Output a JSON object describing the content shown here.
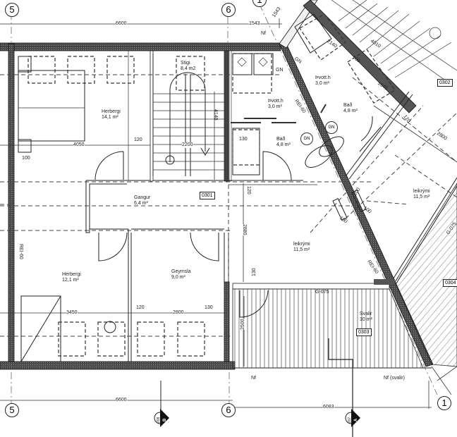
{
  "drawing": {
    "type": "architectural floor plan",
    "grid_lines": {
      "top": [
        "5",
        "6",
        "1"
      ],
      "bottom": [
        "5",
        "6",
        "1"
      ]
    },
    "dimensions": {
      "top_5_6": "6600",
      "top_6_1": "1543",
      "top_diag": "1543",
      "bottom_5_6": "6600",
      "bottom_6_1": "6083",
      "herbergi1_width": "4050",
      "herbergi2_width": "3450",
      "geymsla_width": "2800",
      "stair_width": "2200",
      "stair_length": "4140",
      "wall_120_a": "120",
      "wall_100": "100",
      "wall_130_a": "130",
      "wall_120_b": "120",
      "wall_130_b": "130",
      "wall_120_c": "120",
      "leikrymi_depth": "2880",
      "wall_130_c": "130",
      "svalir_depth": "2500",
      "diag_2140": "2140",
      "diag_100": "100",
      "diag_4010": "4010",
      "diag_1645": "1645",
      "diag_120": "120",
      "diag_2800": "2800",
      "diag_200": "200",
      "diag_100b": "100",
      "diag_100c": "100"
    },
    "rooms": [
      {
        "name": "Herbergi",
        "area": "14,1 m²"
      },
      {
        "name": "Stigi",
        "area": "8,4 m2"
      },
      {
        "name": "Þvott.h",
        "area": "3,0 m²"
      },
      {
        "name": "Bað",
        "area": "4,8 m²"
      },
      {
        "name": "Þvott.h",
        "area": "3,0 m²"
      },
      {
        "name": "Bað",
        "area": "4,8 m²"
      },
      {
        "name": "Gangur",
        "area": "6,4 m²"
      },
      {
        "name": "leikrými",
        "area": "11,5 m²"
      },
      {
        "name": "leikrými",
        "area": "11,5 m²"
      },
      {
        "name": "Herbergi",
        "area": "12,1 m²"
      },
      {
        "name": "Geymsla",
        "area": "9,0 m²"
      },
      {
        "name": "Svalir",
        "area": "10 m²"
      }
    ],
    "room_ids": [
      "0301",
      "0302",
      "0303",
      "0304"
    ],
    "annotations": {
      "nf": "Nf",
      "nf_svalir": "Nf (svalir)",
      "gn": "GN",
      "rei60": "REI-60",
      "g075": "G-075",
      "g075b": "G-075"
    },
    "section_markers": [
      {
        "letter": "B",
        "sheet": "208"
      },
      {
        "letter": "A",
        "sheet": "207"
      }
    ]
  }
}
